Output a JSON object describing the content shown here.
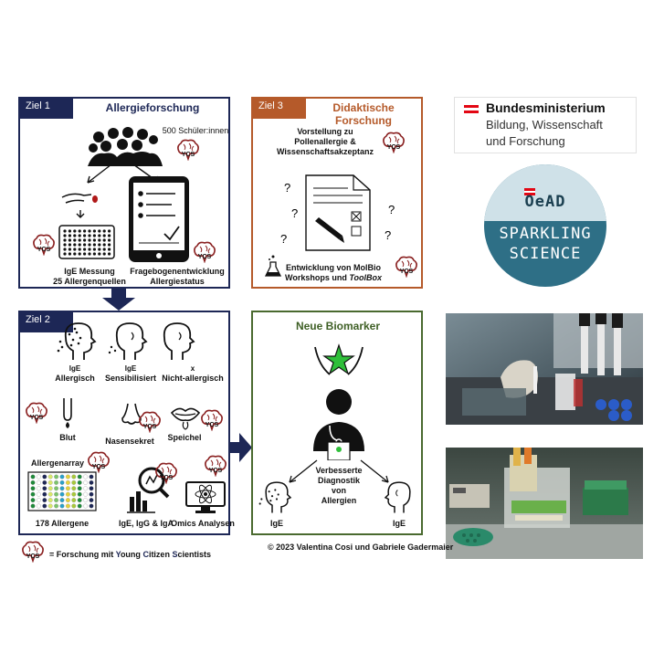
{
  "goal1": {
    "tag": "Ziel 1",
    "title": "Allergieforschung",
    "students": "500 Schüler:innen",
    "ige_line1": "IgE Messung",
    "ige_line2": "25 Allergenquellen",
    "quest_line1": "Fragebogenentwicklung",
    "quest_line2": "Allergiestatus"
  },
  "goal3": {
    "tag": "Ziel 3",
    "title": "Didaktische Forschung",
    "text_line1": "Vorstellung zu",
    "text_line2": "Pollenallergie &",
    "text_line3": "Wissenschaftsakzeptanz",
    "dev_line1": "Entwicklung von MolBio",
    "dev_line2": "Workshops und",
    "dev_toolbox": "ToolBox"
  },
  "goal2": {
    "tag": "Ziel 2",
    "head1_ige": "IgE",
    "head1_label": "Allergisch",
    "head2_ige": "IgE",
    "head2_label": "Sensibilisiert",
    "head3_x": "x",
    "head3_label": "Nicht-allergisch",
    "blood": "Blut",
    "nasal": "Nasensekret",
    "saliva": "Speichel",
    "array_title": "Allergenarray",
    "allergens": "178 Allergene",
    "antibodies": "IgE, IgG & IgA",
    "omics": "Omics Analysen"
  },
  "biomarker": {
    "title": "Neue Biomarker",
    "improved_line1": "Verbesserte",
    "improved_line2": "Diagnostik",
    "improved_line3": "von",
    "improved_line4": "Allergien",
    "ige_left": "IgE",
    "ige_right": "IgE"
  },
  "ministry": {
    "line1": "Bundesministerium",
    "line2": "Bildung, Wissenschaft",
    "line3": "und Forschung"
  },
  "oead": {
    "brand": "OeAD",
    "line1": "SPARKLING",
    "line2": "SCIENCE"
  },
  "ycs_badge": "YCS",
  "legend": {
    "prefix": "= Forschung mit ",
    "y": "Y",
    "w1": "oung ",
    "c": "C",
    "w2": "itizen ",
    "s": "S",
    "w3": "cientists"
  },
  "credits": "© 2023 Valentina Cosi und Gabriele Gadermaier",
  "colors": {
    "navy": "#1d2756",
    "brown": "#b55a2a",
    "green": "#4a6a2f",
    "badge_red": "#8a2020",
    "oead_teal": "#2e6f86",
    "ministry_red": "#e30613"
  }
}
